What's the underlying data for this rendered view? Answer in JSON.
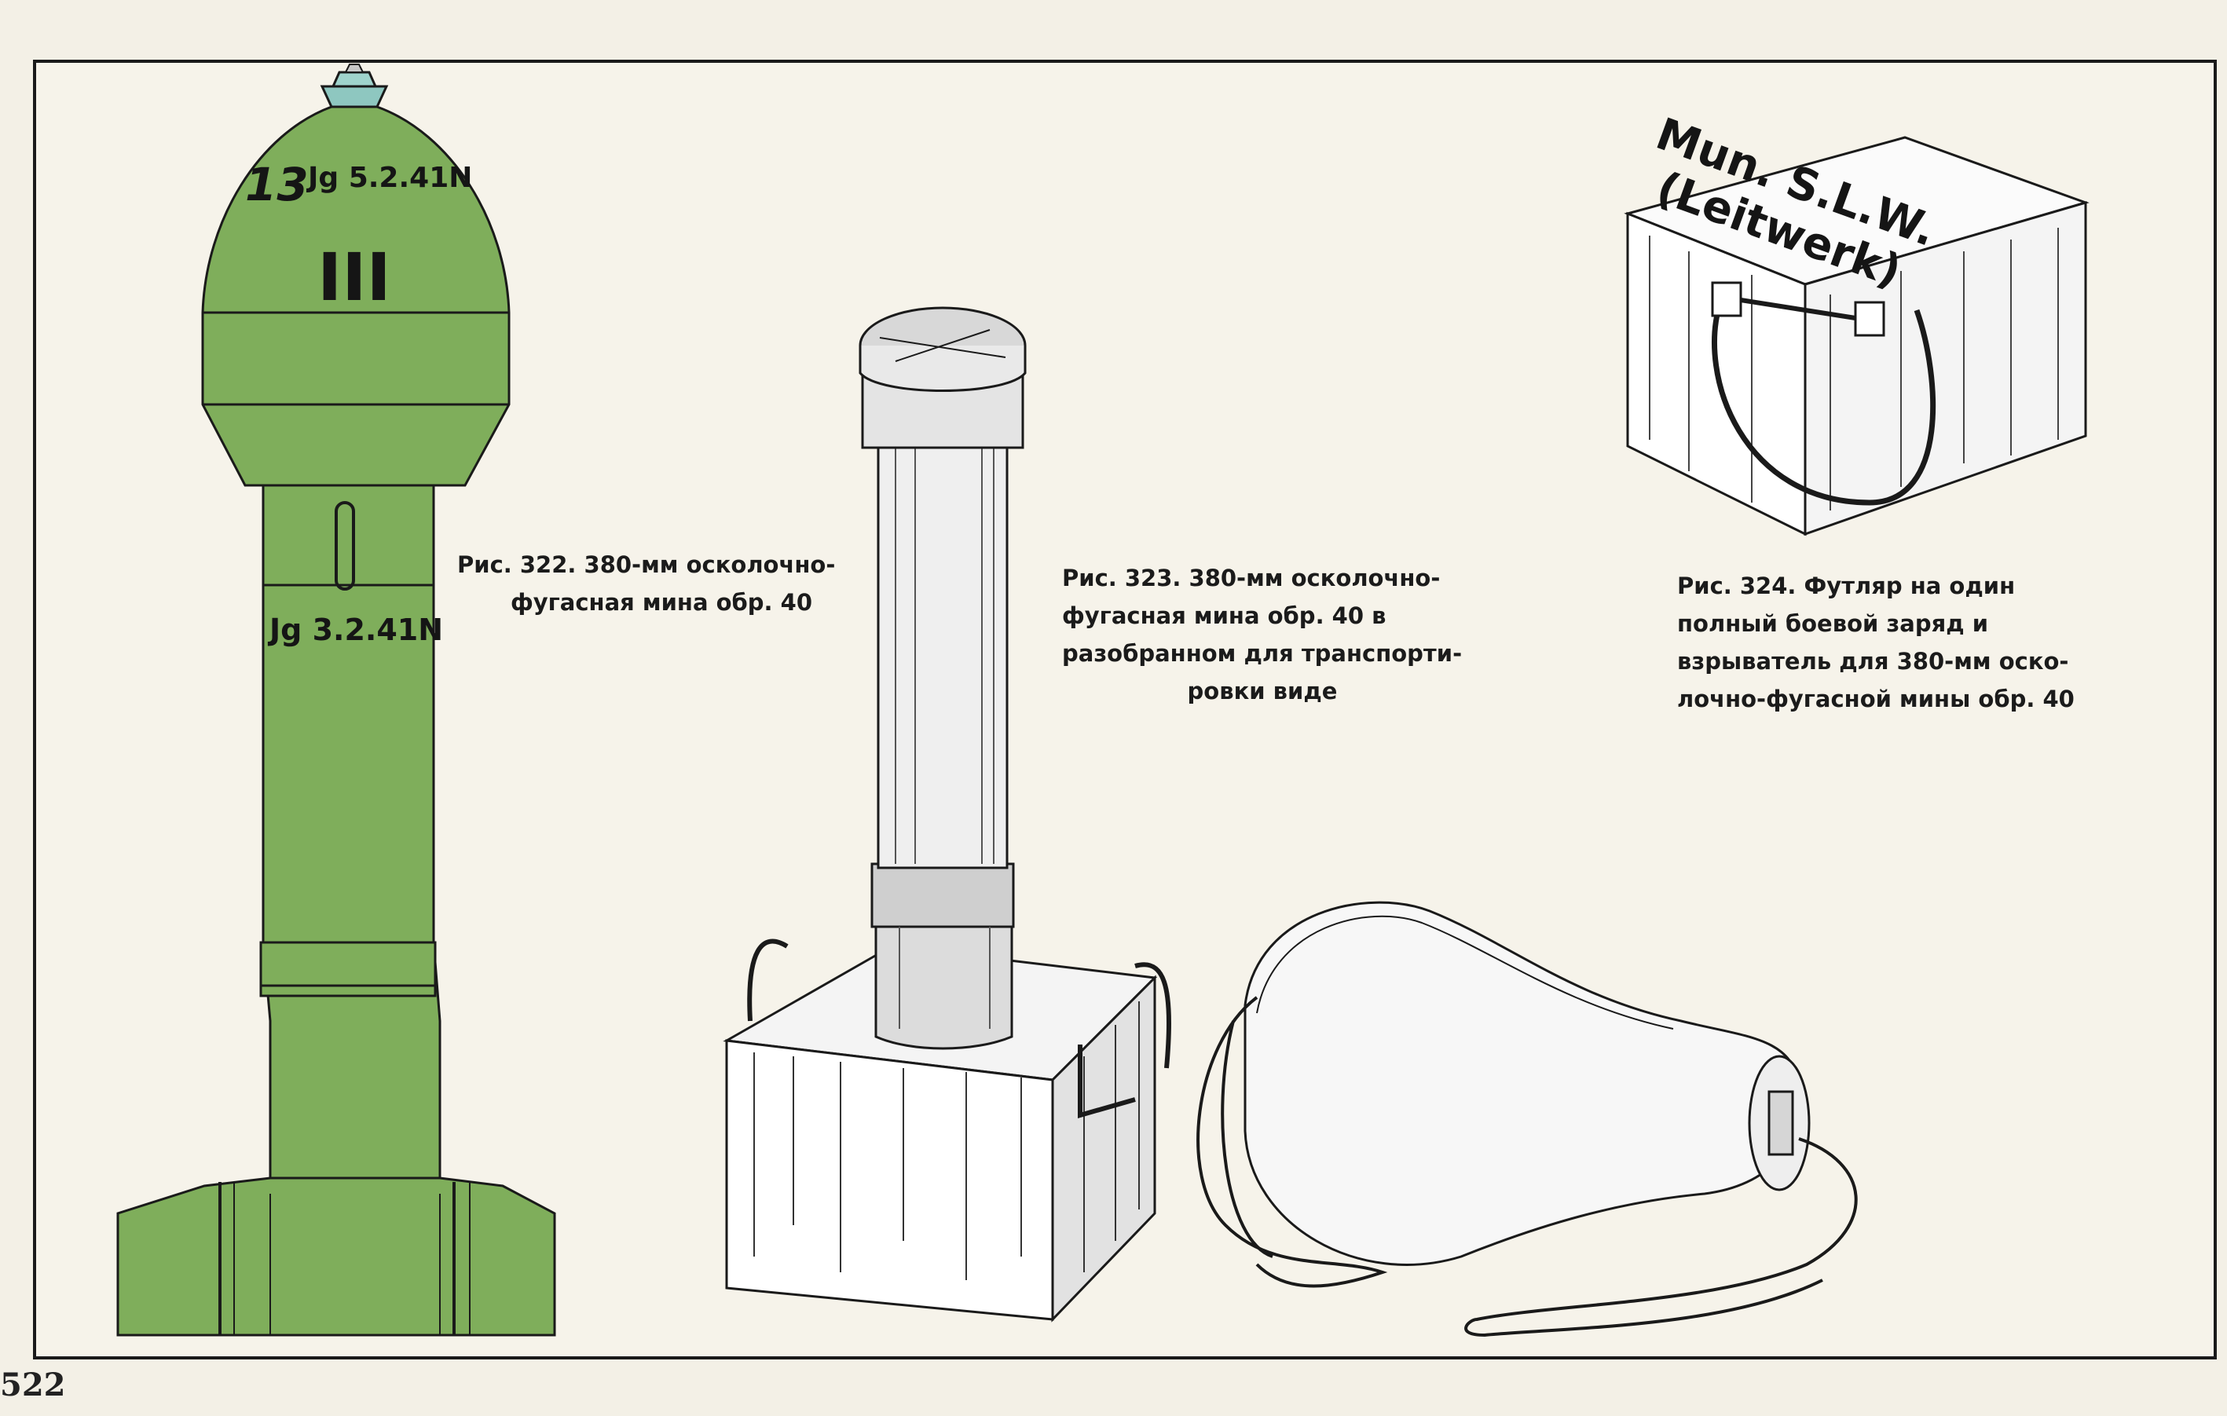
{
  "page_number": "522",
  "figures": {
    "fig322": {
      "caption_lines": [
        "Рис. 322. 380-мм осколочно-",
        "фугасная мина обр. 40"
      ],
      "marking_number": "13",
      "marking_top": "Jg 5.2.41N",
      "marking_roman": "III",
      "marking_bottom": "Jg 3.2.41N",
      "body_color": "#7fae5b",
      "outline_color": "#1a1a1a"
    },
    "fig323": {
      "caption_lines": [
        "Рис. 323. 380-мм осколочно-",
        "фугасная мина обр. 40 в",
        "разобранном для транспорти-",
        "ровки виде"
      ]
    },
    "fig324": {
      "caption_lines": [
        "Рис. 324. Футляр на один",
        "полный боевой заряд и",
        "взрыватель для 380-мм оско-",
        "лочно-фугасной мины обр. 40"
      ],
      "box_label_line1": "Mun. S.L.W.",
      "box_label_line2": "(Leitwerk)"
    }
  }
}
